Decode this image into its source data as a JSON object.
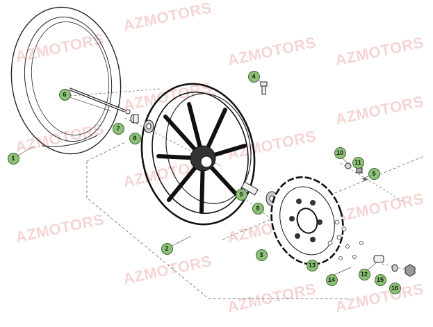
{
  "watermark": {
    "text": "AZMOTORS",
    "color": "#e07878"
  },
  "callouts": {
    "c1": "1",
    "c2": "2",
    "c3": "3",
    "c4": "4",
    "c5": "5",
    "c6": "6",
    "c7": "7",
    "c8a": "8",
    "c8b": "8",
    "c9": "9",
    "c10": "10",
    "c11": "11",
    "c12": "12",
    "c13": "13",
    "c14": "14",
    "c15": "15",
    "c16": "16"
  },
  "callout_color": "#8ec07a"
}
